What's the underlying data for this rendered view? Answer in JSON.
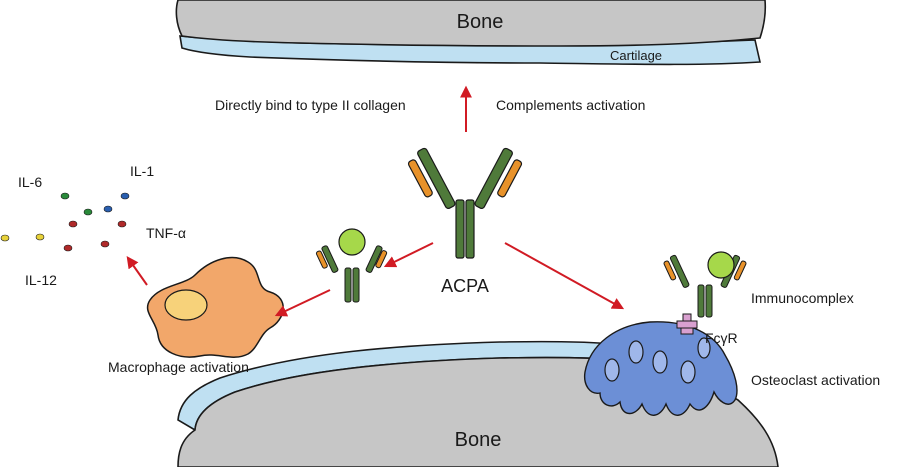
{
  "labels": {
    "bone_top": "Bone",
    "cartilage": "Cartilage",
    "direct_bind": "Directly bind to type II collagen",
    "complements": "Complements activation",
    "il6": "IL-6",
    "il1": "IL-1",
    "tnf": "TNF-α",
    "il12": "IL-12",
    "acpa": "ACPA",
    "immunocomplex": "Immunocomplex",
    "fcgr": "FcγR",
    "macrophage": "Macrophage activation",
    "osteoclast": "Osteoclast activation",
    "bone_bottom": "Bone"
  },
  "colors": {
    "bone": "#c6c6c6",
    "cartilage": "#bfe0f2",
    "antibody_green": "#4f7a3a",
    "antibody_orange": "#e8922a",
    "antigen": "#a6d84a",
    "arrow": "#d11b24",
    "macrophage": "#f2a76a",
    "nucleus": "#f7d27a",
    "osteoclast": "#6c8fd6",
    "receptor": "#d9a0d0"
  },
  "icons": [
    "antibody-icon",
    "cytokine-dot-icon",
    "macrophage-icon",
    "osteoclast-icon",
    "receptor-icon",
    "arrow-icon"
  ]
}
